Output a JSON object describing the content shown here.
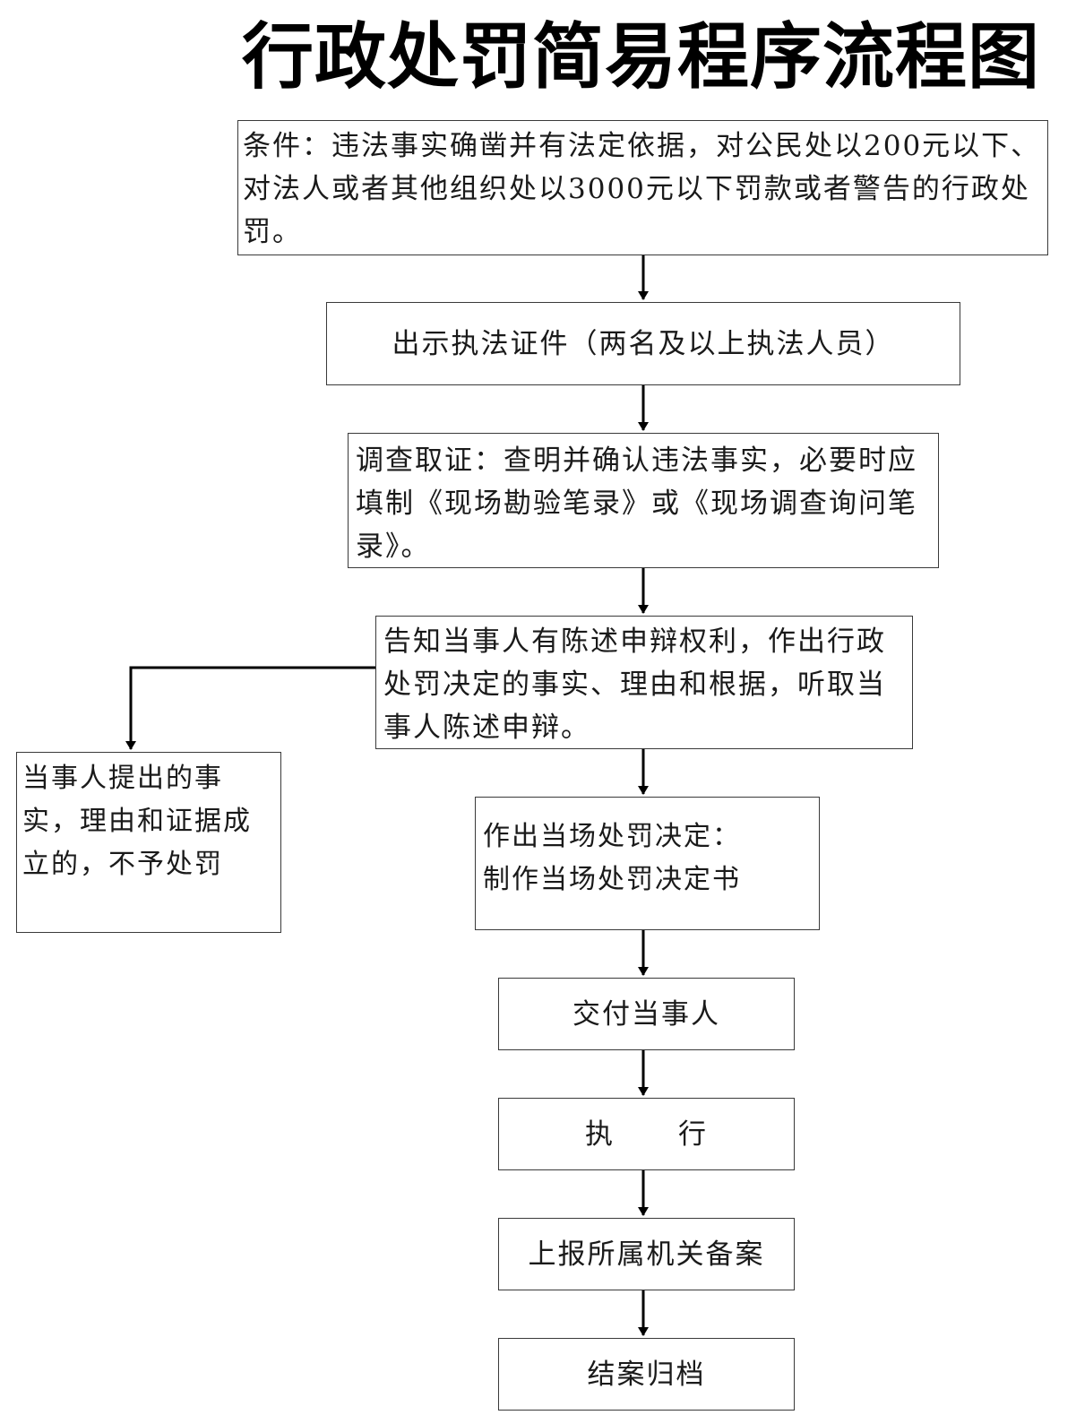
{
  "title": "行政处罚简易程序流程图",
  "steps": {
    "conditions": "条件：违法事实确凿并有法定依据，对公民处以200元以下、对法人或者其他组织处以3000元以下罚款或者警告的行政处罚。",
    "show_credentials": "出示执法证件（两名及以上执法人员）",
    "investigate": "调查取证：查明并确认违法事实，必要时应填制《现场勘验笔录》或《现场调查询问笔录》。",
    "inform": "告知当事人有陈述申辩权利，作出行政处罚决定的事实、理由和根据，听取当事人陈述申辩。",
    "no_penalty": "当事人提出的事实，理由和证据成立的，不予处罚",
    "decision": "作出当场处罚决定：\n制作当场处罚决定书",
    "deliver": "交付当事人",
    "execute": "执      行",
    "report": "上报所属机关备案",
    "archive": "结案归档"
  }
}
